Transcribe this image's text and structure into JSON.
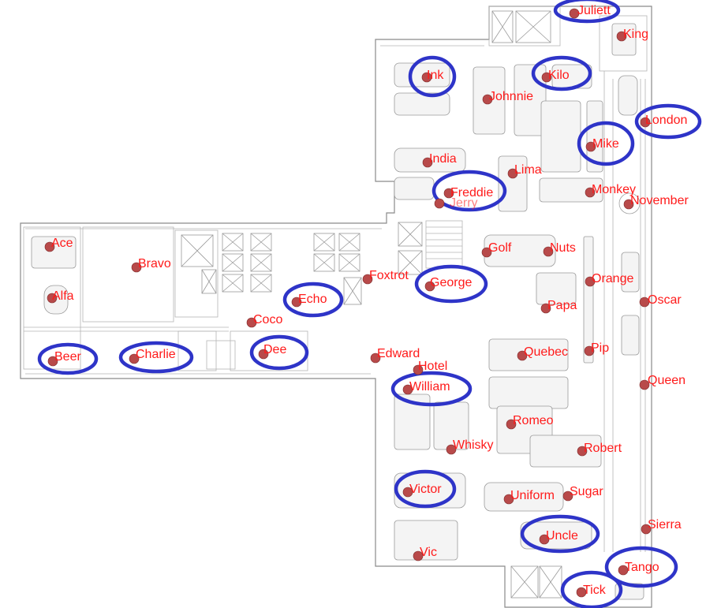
{
  "map": {
    "locations": [
      {
        "name": "Juliett",
        "highlighted": true
      },
      {
        "name": "King",
        "highlighted": false
      },
      {
        "name": "Ink",
        "highlighted": true
      },
      {
        "name": "Kilo",
        "highlighted": true
      },
      {
        "name": "Johnnie",
        "highlighted": false
      },
      {
        "name": "London",
        "highlighted": true
      },
      {
        "name": "Mike",
        "highlighted": true
      },
      {
        "name": "India",
        "highlighted": false
      },
      {
        "name": "Lima",
        "highlighted": false
      },
      {
        "name": "Freddie",
        "highlighted": true
      },
      {
        "name": "Jerry",
        "highlighted": false
      },
      {
        "name": "Monkey",
        "highlighted": false
      },
      {
        "name": "November",
        "highlighted": false
      },
      {
        "name": "Ace",
        "highlighted": false
      },
      {
        "name": "Bravo",
        "highlighted": false
      },
      {
        "name": "Golf",
        "highlighted": false
      },
      {
        "name": "Nuts",
        "highlighted": false
      },
      {
        "name": "Foxtrot",
        "highlighted": false
      },
      {
        "name": "George",
        "highlighted": true
      },
      {
        "name": "Orange",
        "highlighted": false
      },
      {
        "name": "Alfa",
        "highlighted": false
      },
      {
        "name": "Echo",
        "highlighted": true
      },
      {
        "name": "Oscar",
        "highlighted": false
      },
      {
        "name": "Papa",
        "highlighted": false
      },
      {
        "name": "Coco",
        "highlighted": false
      },
      {
        "name": "Dee",
        "highlighted": true
      },
      {
        "name": "Pip",
        "highlighted": false
      },
      {
        "name": "Beer",
        "highlighted": true
      },
      {
        "name": "Charlie",
        "highlighted": true
      },
      {
        "name": "Edward",
        "highlighted": false
      },
      {
        "name": "Quebec",
        "highlighted": false
      },
      {
        "name": "Hotel",
        "highlighted": false
      },
      {
        "name": "Queen",
        "highlighted": false
      },
      {
        "name": "William",
        "highlighted": true
      },
      {
        "name": "Romeo",
        "highlighted": false
      },
      {
        "name": "Whisky",
        "highlighted": false
      },
      {
        "name": "Robert",
        "highlighted": false
      },
      {
        "name": "Victor",
        "highlighted": true
      },
      {
        "name": "Uniform",
        "highlighted": false
      },
      {
        "name": "Sugar",
        "highlighted": false
      },
      {
        "name": "Sierra",
        "highlighted": false
      },
      {
        "name": "Uncle",
        "highlighted": true
      },
      {
        "name": "Vic",
        "highlighted": false
      },
      {
        "name": "Tango",
        "highlighted": true
      },
      {
        "name": "Tick",
        "highlighted": true
      }
    ]
  },
  "colors": {
    "label": "#ff1a1a",
    "marker": "#b84a4a",
    "highlight": "#2e34c8",
    "walls": "#8a8a8a"
  }
}
